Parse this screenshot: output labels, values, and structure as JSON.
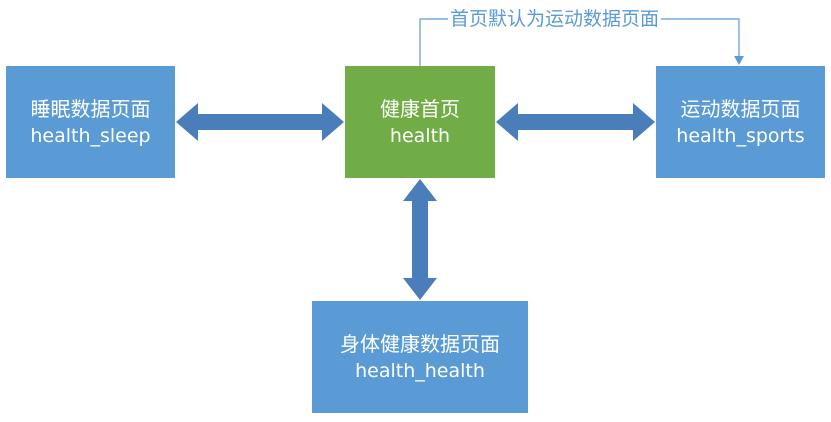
{
  "nodes": {
    "sleep": {
      "title": "睡眠数据页面",
      "id": "health_sleep"
    },
    "home": {
      "title": "健康首页",
      "id": "health"
    },
    "sports": {
      "title": "运动数据页面",
      "id": "health_sports"
    },
    "body": {
      "title": "身体健康数据页面",
      "id": "health_health"
    }
  },
  "edges": [
    {
      "from": "sleep",
      "to": "home",
      "style": "double-arrow"
    },
    {
      "from": "home",
      "to": "sports",
      "style": "double-arrow"
    },
    {
      "from": "home",
      "to": "body",
      "style": "double-arrow"
    },
    {
      "from": "home",
      "to": "sports",
      "style": "thin-elbow-arrow",
      "label": "首页默认为运动数据页面"
    }
  ],
  "colors": {
    "blue_box": "#5b9bd5",
    "green_box": "#70ad47",
    "arrow": "#4a7ebb",
    "line": "#5b9bd5"
  }
}
